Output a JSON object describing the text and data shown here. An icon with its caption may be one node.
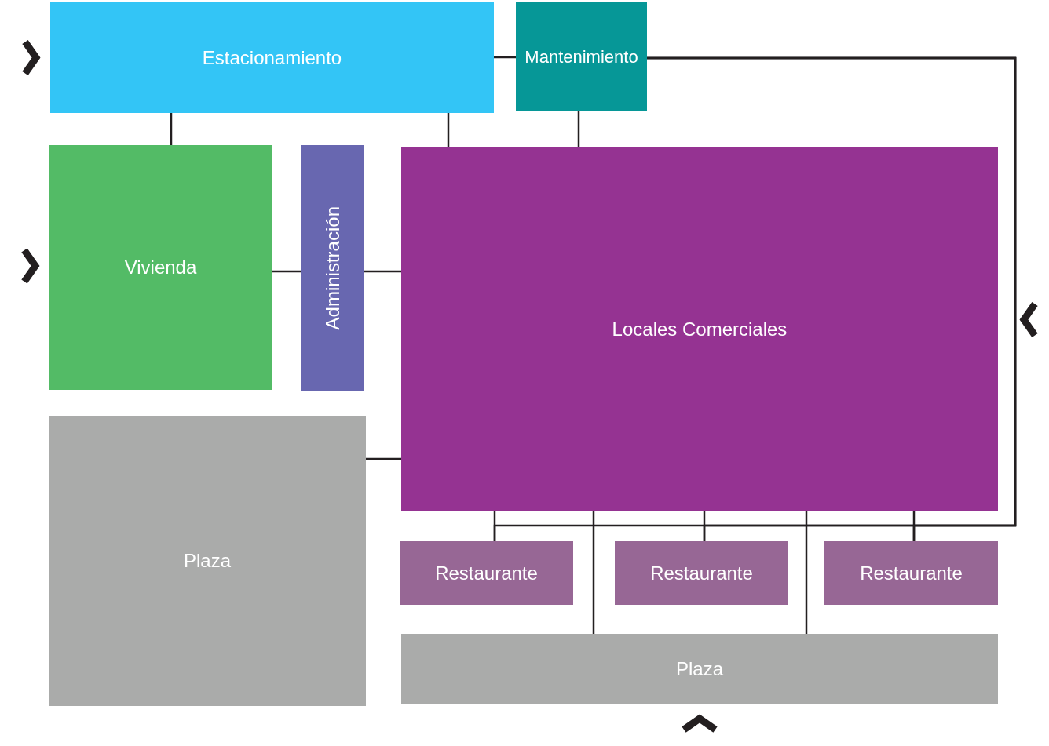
{
  "diagram": {
    "nodes": [
      {
        "text": [
          "Estacionamiento"
        ]
      },
      {
        "text": [
          "Mantenimiento"
        ]
      },
      {
        "text": [
          "Vivienda"
        ]
      },
      {
        "text": [
          "Administración"
        ]
      },
      {
        "text": [
          "Locales Comerciales"
        ]
      },
      {
        "text": [
          "Plaza"
        ]
      },
      {
        "text": [
          "Restaurante"
        ]
      },
      {
        "text": [
          "Restaurante"
        ]
      },
      {
        "text": [
          "Restaurante"
        ]
      },
      {
        "text": [
          "Plaza"
        ]
      }
    ],
    "edges": [
      {
        "from": 0,
        "to": 1,
        "arrow": "none"
      },
      {
        "from": 0,
        "to": 2,
        "arrow": "none"
      },
      {
        "from": 0,
        "to": 4,
        "arrow": "none"
      },
      {
        "from": 1,
        "to": 4,
        "arrow": "none"
      },
      {
        "from": 2,
        "to": 3,
        "arrow": "none"
      },
      {
        "from": 3,
        "to": 4,
        "arrow": "none"
      },
      {
        "from": 5,
        "to": 4,
        "arrow": "none"
      },
      {
        "from": 4,
        "to": 6,
        "arrow": "none"
      },
      {
        "from": 4,
        "to": 7,
        "arrow": "none"
      },
      {
        "from": 4,
        "to": 8,
        "arrow": "none"
      },
      {
        "from": 1,
        "to": 6,
        "arrow": "none"
      },
      {
        "from": 1,
        "to": 7,
        "arrow": "none"
      },
      {
        "from": 1,
        "to": 8,
        "arrow": "none"
      },
      {
        "from": 4,
        "to": 9,
        "arrow": "none"
      },
      {
        "from": 4,
        "to": 9,
        "arrow": "none"
      },
      {
        "from": null,
        "to": 0,
        "arrow": "to",
        "style": "thick"
      },
      {
        "from": null,
        "to": 2,
        "arrow": "to",
        "style": "thick"
      },
      {
        "from": null,
        "to": 4,
        "arrow": "to",
        "style": "thick"
      },
      {
        "from": null,
        "to": 9,
        "arrow": "to",
        "style": "thick"
      }
    ]
  }
}
